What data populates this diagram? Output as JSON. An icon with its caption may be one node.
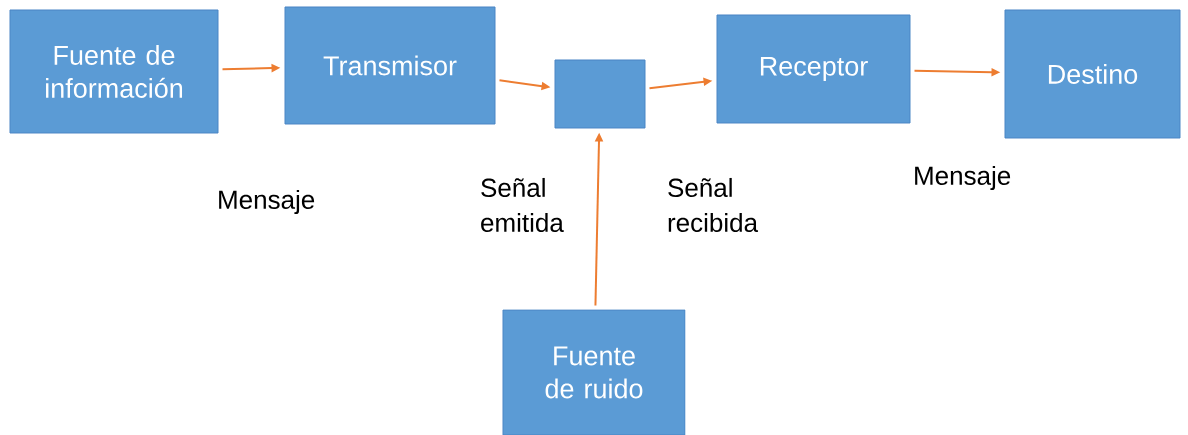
{
  "diagram": {
    "nodes": [
      {
        "text": [
          "Fuente de información"
        ]
      },
      {
        "text": [
          "Transmisor"
        ]
      },
      {
        "text": [],
        "shape": "box"
      },
      {
        "text": [
          "Receptor"
        ]
      },
      {
        "text": [
          "Destino"
        ]
      },
      {
        "text": [
          "Fuente de ruido"
        ]
      }
    ],
    "edges": [
      {
        "from": 0,
        "to": 1,
        "arrow": "to"
      },
      {
        "from": 1,
        "to": 2,
        "arrow": "to"
      },
      {
        "from": 2,
        "to": 3,
        "arrow": "to"
      },
      {
        "from": 3,
        "to": 4,
        "arrow": "to"
      },
      {
        "from": 5,
        "to": 2,
        "arrow": "to"
      }
    ],
    "labels": [
      "Mensaje",
      "Señal emitida",
      "Señal recibida",
      "Mensaje"
    ]
  }
}
